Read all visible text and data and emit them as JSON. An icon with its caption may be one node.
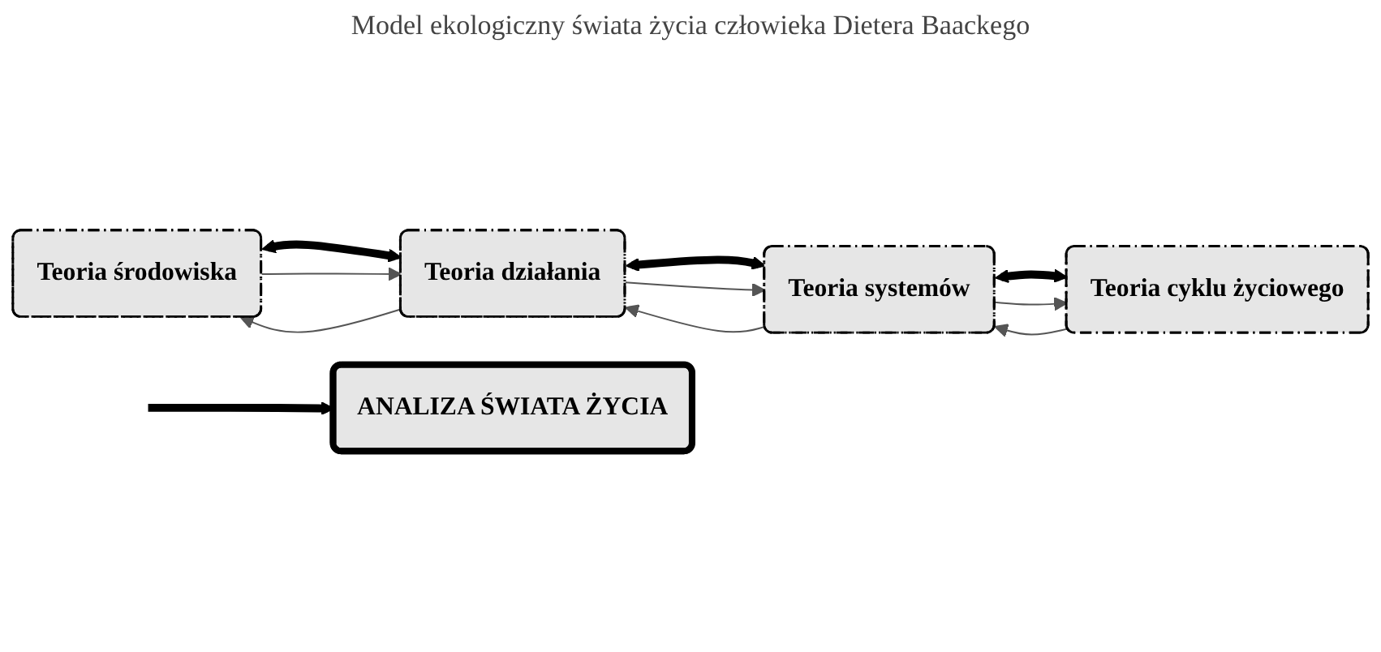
{
  "diagram": {
    "title": "Model ekologiczny świata życia człowieka Dietera Baackego",
    "nodes": [
      {
        "text": [
          "Teoria środowiska"
        ]
      },
      {
        "text": [
          "Teoria działania"
        ]
      },
      {
        "text": [
          "Teoria systemów"
        ]
      },
      {
        "text": [
          "Teoria cyklu życiowego"
        ]
      },
      {
        "text": [
          "ANALIZA ŚWIATA ŻYCIA"
        ]
      }
    ],
    "edges": [
      {
        "from": 0,
        "to": 1,
        "arrow": "both",
        "style": "thick"
      },
      {
        "from": 1,
        "to": 2,
        "arrow": "both",
        "style": "thick"
      },
      {
        "from": 2,
        "to": 3,
        "arrow": "both",
        "style": "thick"
      },
      {
        "from": 1,
        "to": 0,
        "arrow": "to"
      },
      {
        "from": 2,
        "to": 1,
        "arrow": "to"
      },
      {
        "from": 3,
        "to": 2,
        "arrow": "to"
      },
      {
        "from": 0,
        "to": 1,
        "arrow": "to"
      },
      {
        "from": 1,
        "to": 2,
        "arrow": "to"
      },
      {
        "from": 2,
        "to": 3,
        "arrow": "to"
      },
      {
        "from": null,
        "to": 4,
        "arrow": "to",
        "style": "thick"
      }
    ]
  }
}
